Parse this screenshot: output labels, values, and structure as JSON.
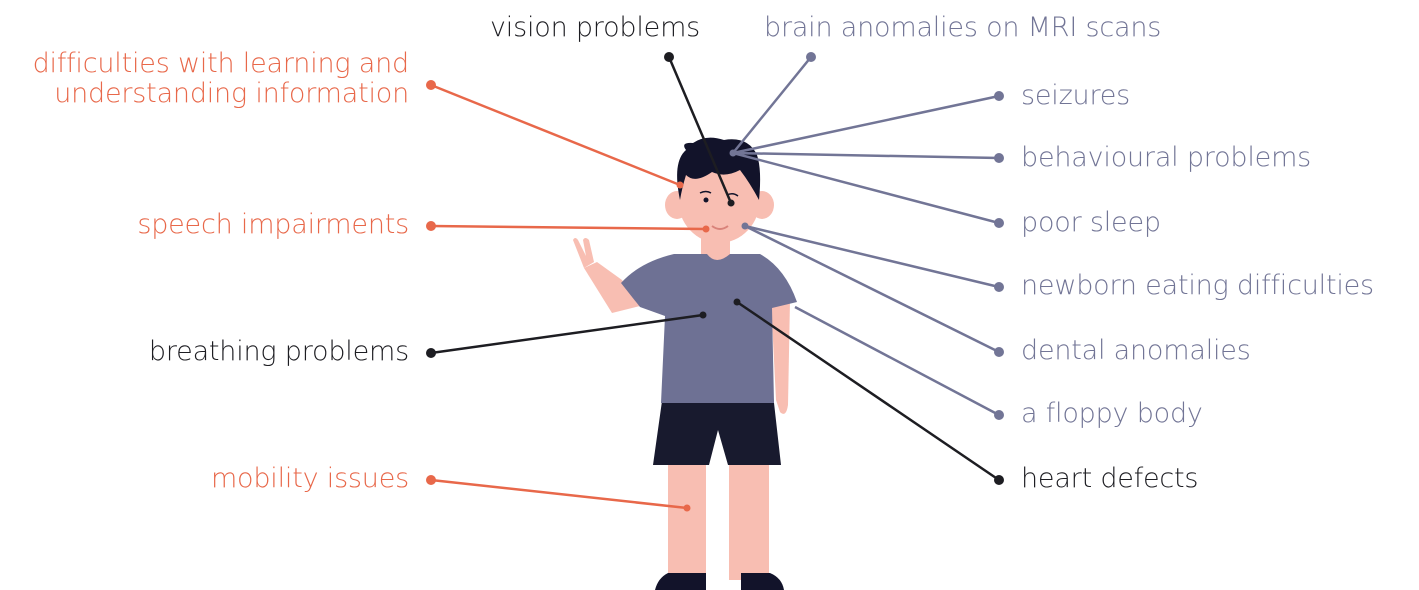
{
  "colors": {
    "orange": "#e8684a",
    "dark": "#1d1d22",
    "purple": "#727596",
    "skin": "#f8beb2",
    "shirt": "#6e7194",
    "shorts": "#181a2e",
    "hair": "#12132a"
  },
  "labels": {
    "learning_line1": "difficulties with learning and",
    "learning_line2": "understanding information",
    "speech": "speech impairments",
    "breathing": "breathing problems",
    "mobility": "mobility issues",
    "vision": "vision problems",
    "brain": "brain anomalies on MRI scans",
    "seizures": "seizures",
    "behavioural": "behavioural problems",
    "sleep": "poor sleep",
    "newborn": "newborn eating difficulties",
    "dental": "dental anomalies",
    "floppy": "a floppy body",
    "heart": "heart defects"
  }
}
